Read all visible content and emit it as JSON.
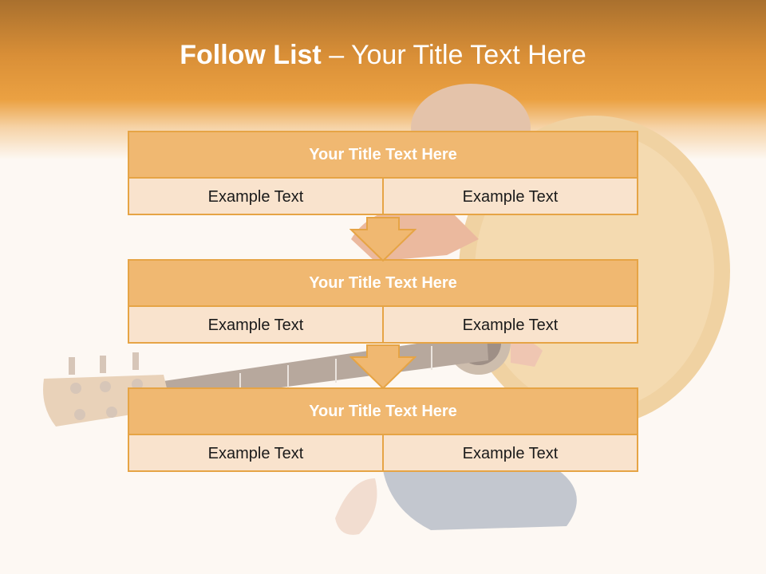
{
  "slide": {
    "title_bold": "Follow List",
    "title_rest": " – Your Title Text Here",
    "blocks": [
      {
        "title": "Your Title Text Here",
        "left": "Example Text",
        "right": "Example Text"
      },
      {
        "title": "Your Title Text Here",
        "left": "Example Text",
        "right": "Example Text"
      },
      {
        "title": "Your Title Text Here",
        "left": "Example Text",
        "right": "Example Text"
      }
    ]
  },
  "colors": {
    "accent": "#eba142",
    "block_title_bg": "#f0b871",
    "block_cell_bg": "#f9e3cd",
    "border": "#e6a445"
  }
}
